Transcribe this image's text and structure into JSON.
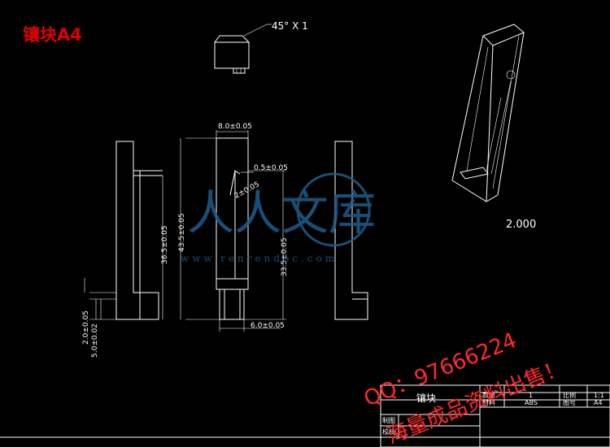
{
  "drawing": {
    "title": "镶块A4",
    "chamfer_note": "45° X 1",
    "iso_scale_label": "2.000"
  },
  "dimensions": {
    "top_width": "8.0±0.05",
    "height_total": "43.5±0.05",
    "height_left": "36.5±0.05",
    "height_mid": "33.5±0.05",
    "slot_width": "0.5±0.05",
    "slot_depth": "2±0.05",
    "bottom_width": "6.0±0.05",
    "left_dim_a": "2.0±0.05",
    "left_dim_b": "5.0±0.02"
  },
  "watermark": {
    "logo_text": "人人文库",
    "url": "www.renrendoc.com"
  },
  "promo": {
    "line1": "QQ：97666224",
    "line2": "海量成品资料出售！"
  },
  "title_block": {
    "part_name": "镶块",
    "quantity_label": "数量",
    "quantity_value": "1",
    "scale_label": "比例",
    "scale_value": "1:1",
    "material_label": "材料",
    "material_value": "ABS",
    "drawing_no_label": "图号",
    "drawing_no_value": "A4",
    "drawn_label": "制图",
    "checked_label": "校核"
  },
  "colors": {
    "background": "#000000",
    "lines": "#ffffff",
    "title": "#e00000",
    "watermark": "#1f5c8a",
    "promo": "#ff2a2a"
  }
}
